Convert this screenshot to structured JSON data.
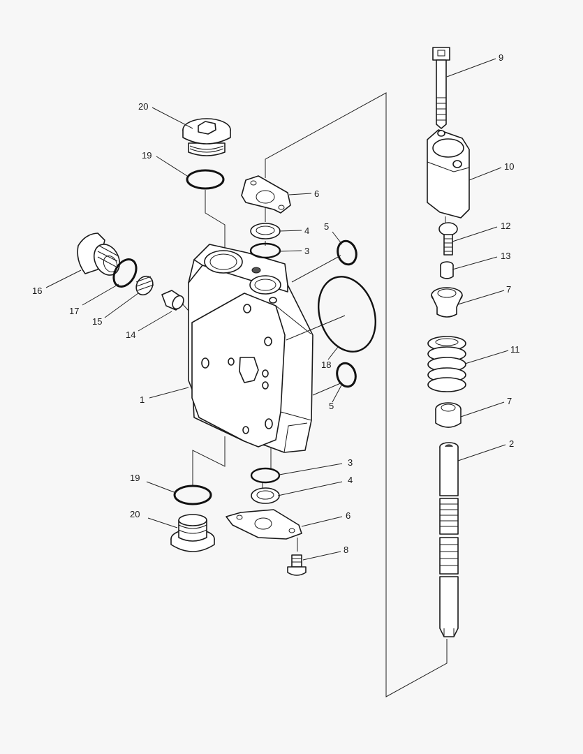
{
  "callouts": [
    {
      "id": "c1",
      "text": "1"
    },
    {
      "id": "c2",
      "text": "2"
    },
    {
      "id": "c3a",
      "text": "3"
    },
    {
      "id": "c3b",
      "text": "3"
    },
    {
      "id": "c4a",
      "text": "4"
    },
    {
      "id": "c4b",
      "text": "4"
    },
    {
      "id": "c5a",
      "text": "5"
    },
    {
      "id": "c5b",
      "text": "5"
    },
    {
      "id": "c6a",
      "text": "6"
    },
    {
      "id": "c6b",
      "text": "6"
    },
    {
      "id": "c7a",
      "text": "7"
    },
    {
      "id": "c7b",
      "text": "7"
    },
    {
      "id": "c8",
      "text": "8"
    },
    {
      "id": "c9",
      "text": "9"
    },
    {
      "id": "c10",
      "text": "10"
    },
    {
      "id": "c11",
      "text": "11"
    },
    {
      "id": "c12",
      "text": "12"
    },
    {
      "id": "c13",
      "text": "13"
    },
    {
      "id": "c14",
      "text": "14"
    },
    {
      "id": "c15",
      "text": "15"
    },
    {
      "id": "c16",
      "text": "16"
    },
    {
      "id": "c17",
      "text": "17"
    },
    {
      "id": "c18",
      "text": "18"
    },
    {
      "id": "c19a",
      "text": "19"
    },
    {
      "id": "c19b",
      "text": "19"
    },
    {
      "id": "c20a",
      "text": "20"
    },
    {
      "id": "c20b",
      "text": "20"
    }
  ]
}
